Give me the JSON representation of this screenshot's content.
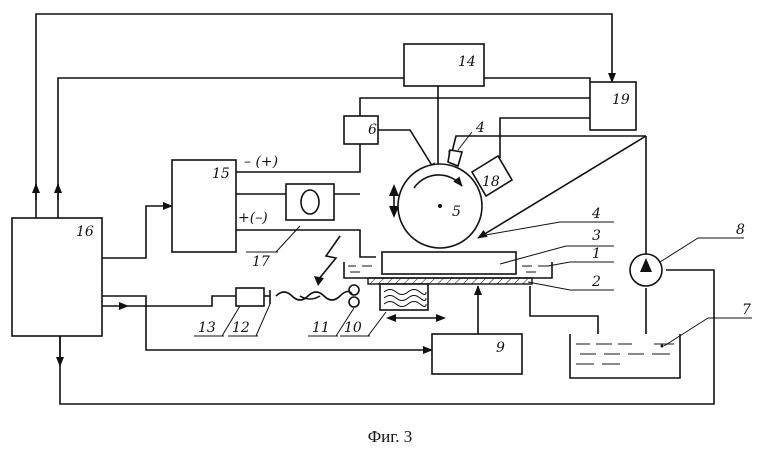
{
  "diagram": {
    "caption": "Фиг. 3",
    "labels": {
      "n1": "1",
      "n2": "2",
      "n3": "3",
      "n4a": "4",
      "n4b": "4",
      "n5": "5",
      "n6": "6",
      "n7": "7",
      "n8": "8",
      "n9": "9",
      "n10": "10",
      "n11": "11",
      "n12": "12",
      "n13": "13",
      "n14": "14",
      "n15": "15",
      "n16": "16",
      "n17": "17",
      "n18": "18",
      "n19": "19",
      "minus_plus": "– (+)",
      "plus_minus": "+(–)"
    }
  }
}
